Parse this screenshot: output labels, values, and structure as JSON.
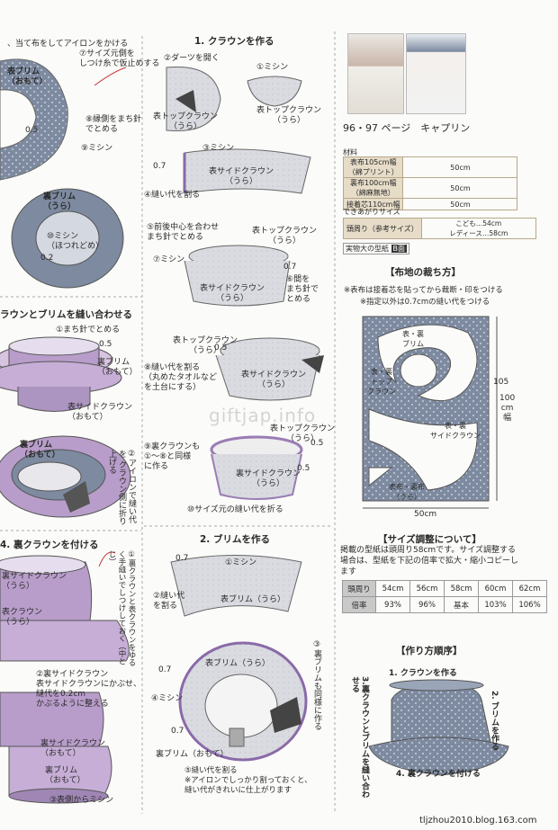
{
  "header": {
    "page_ref": "96・97 ページ　キャプリン",
    "section_crown": "1. クラウンを作る",
    "section_brim": "2. ブリムを作る",
    "section_crown_brim": "ラウンとブリムを縫い合わせる",
    "section_inner_crown": "4. 裏クラウンを付ける"
  },
  "left_column": {
    "top_note": "、当て布をしてアイロンをかける",
    "step7": "⑦サイズ元側を\nしつけ糸で仮止めする",
    "omote_brim": "表ブリム\n（おもて）",
    "step8": "⑧縁側をまち針\nでとめる",
    "step9": "⑨ミシン",
    "val05": "0.5",
    "ura_brim": "裏ブリム\n（うら）",
    "step10": "⑩ミシン\n（ほつれどめ）",
    "val02": "0.2",
    "step1": "①まち針でとめる",
    "val05b": "0.5",
    "ura_brim_omote": "裏ブリム\n（おもて）",
    "side_crown_omote": "表サイドクラウン\n（おもて）",
    "ura_brim_omote2": "裏ブリム\n（おもて）",
    "step2_iron": "②アイロンで縫い代を\nクラウン側に折り上げる",
    "inner_side_crown": "裏サイドクラウン\n（うら）",
    "omote_crown": "表クラウン\n（うら）",
    "inner_step1": "①裏クラウンと表クラウンをゆるく手縫いでしつけしておく（中とじ）",
    "step2_side": "②裏サイドクラウン\n表サイドクラウンにかぶせ、\n縫代を0.2cm\nかぶるように整える",
    "inner_side_crown_omote": "裏サイドクラウン\n（おもて）",
    "ura_brim_omote3": "裏ブリム\n（おもて）",
    "step3_machine": "③表側からミシン"
  },
  "center_column": {
    "c_step2": "②ダーツを開く",
    "c_step1": "①ミシン",
    "top_crown_ura": "表トップクラウン\n（うら）",
    "top_crown_ura2": "表トップクラウン\n（うら）",
    "c_step3": "③ミシン",
    "c_07": "0.7",
    "side_crown_ura": "表サイドクラウン\n（うら）",
    "c_step4": "④縫い代を割る",
    "c_step5": "⑤前後中心を合わせ\nまち針でとめる",
    "top_crown_ura3": "表トップクラウン\n（うら）",
    "c_step7": "⑦ミシン",
    "c_07b": "0.7",
    "c_step6": "⑥間を\nまち針で\nとめる",
    "side_crown_ura2": "表サイドクラウン\n（うら）",
    "top_crown_ura4": "表トップクラウン\n（うら）",
    "c_05": "0.5",
    "c_step8": "⑧縫い代を割る\n（丸めたタオルなど\nを土台にする）",
    "side_crown_ura3": "表サイドクラウン\n（うら）",
    "c_step9": "⑨裏クラウンも\n①～⑧と同様\nに作る",
    "top_crown_ura5": "表トップクラウン\n（うら）",
    "c_05b": "0.5",
    "side_crown_ura4": "裏サイドクラウン\n（うら）",
    "c_05c": "0.5",
    "c_step10": "⑩サイズ元の縫い代を折る",
    "b_07": "0.7",
    "b_step1": "①ミシン",
    "b_step2": "②縫い代\nを割る",
    "omote_brim_ura": "表ブリム（うら）",
    "b_07b": "0.7",
    "omote_brim_ura2": "表ブリム（うら）",
    "b_step3": "③裏ブリムも同様に作る",
    "b_step4": "④ミシン",
    "b_07c": "0.7",
    "ura_brim_omote": "裏ブリム（おもて）",
    "b_step5": "⑤縫い代を割る\n※アイロンでしっかり割っておくと、\n縫い代がきれいに仕上がります"
  },
  "right_column": {
    "materials_title": "材料",
    "materials": [
      {
        "k": "表布105cm幅\n（綿プリント）",
        "v": "50cm"
      },
      {
        "k": "裏布100cm幅\n（綿麻無地）",
        "v": "50cm"
      },
      {
        "k": "接着芯110cm幅",
        "v": "50cm"
      }
    ],
    "size_title": "できあがりサイズ",
    "size_key": "頭周り（参考サイズ）",
    "size_val": "こども…54cm\nレディース…58cm",
    "pattern_label": "実物大の型紙",
    "pattern_sheet": "B面",
    "layout_title": "【布地の裁ち方】",
    "layout_note1": "※表布は接着芯を貼ってから裁断・印をつける",
    "layout_note2": "※指定以外は0.7cmの縫い代をつける",
    "piece_brim": "表・裏\nブリム",
    "piece_top": "表・裏\nトップ\nクラウン",
    "piece_side": "表・裏\nサイドクラウン",
    "piece_fabric": "表布・裏布\n（うら）",
    "dim_105": "105",
    "dim_100": "100\ncm\n幅",
    "dim_50": "50cm",
    "adjust_title": "【サイズ調整について】",
    "adjust_text": "掲載の型紙は頭周り58cmです。サイズ調整する場合は、型紙を下記の倍率で拡大・縮小コピーします",
    "size_table": {
      "row1": [
        "頭周り",
        "54cm",
        "56cm",
        "58cm",
        "60cm",
        "62cm"
      ],
      "row2": [
        "倍率",
        "93%",
        "96%",
        "基本",
        "103%",
        "106%"
      ]
    },
    "order_title": "【作り方順序】",
    "order1": "1. クラウンを作る",
    "order2": "2.\nブリムを作る",
    "order3": "3.裏クラウンとブリムを縫い合わせる",
    "order4": "4. 裏クラウンを付ける"
  },
  "footer": {
    "credit": "tljzhou2010.blog.163.com"
  },
  "watermark": "giftjap.info"
}
